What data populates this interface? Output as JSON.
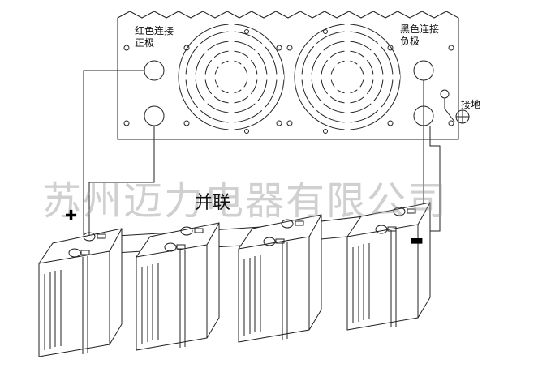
{
  "diagram": {
    "red_label_line1": "红色连接",
    "red_label_line2": "正极",
    "black_label_line1": "黑色连接",
    "black_label_line2": "负极",
    "ground_label": "接地",
    "parallel_label": "并联",
    "plus_label": "✚",
    "minus_label": "▬",
    "watermark": "苏州迈力电器有限公司"
  }
}
